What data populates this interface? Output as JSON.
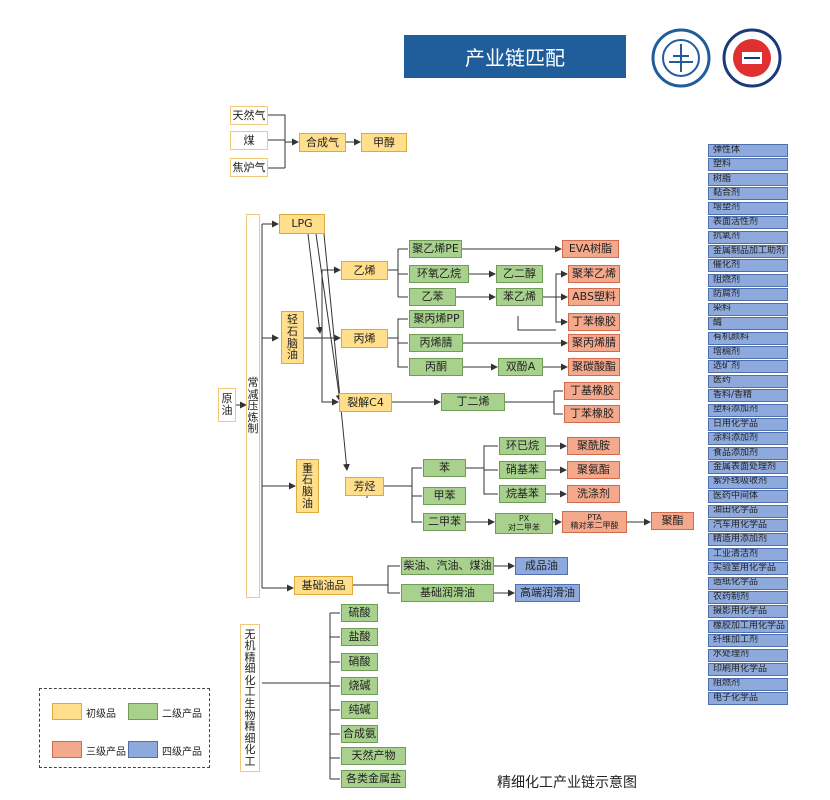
{
  "title": "产业链匹配",
  "caption": "精细化工产业链示意图",
  "colors": {
    "level1": "#ffde8c",
    "level2": "#a9d18e",
    "level3": "#f4a98d",
    "level4": "#8ea9db",
    "title_bg": "#1f5e9b"
  },
  "legend": {
    "level1": "初级品",
    "level2": "二级产品",
    "level3": "三级产品",
    "level4": "四级产品"
  },
  "feedstocks": [
    "天然气",
    "煤",
    "焦炉气"
  ],
  "syngas": "合成气",
  "methanol": "甲醇",
  "crude": "原油",
  "atm_distill": "常减压炼制",
  "lpg": "LPG",
  "light_naphtha": "轻石脑油",
  "heavy_naphtha": "重石脑油",
  "base_oil": "基础油品",
  "ethylene": "乙烯",
  "propylene": "丙烯",
  "crack_c4": "裂解C4",
  "aromatics": "芳烃",
  "pe": "聚乙烯PE",
  "eo": "环氧乙烷",
  "ethylbenzene": "乙苯",
  "eg": "乙二醇",
  "styrene": "苯乙烯",
  "pp": "聚丙烯PP",
  "acrylonitrile": "丙烯腈",
  "acetone": "丙酮",
  "bpa": "双酚A",
  "butadiene": "丁二烯",
  "eva": "EVA树脂",
  "ps": "聚苯乙烯",
  "abs": "ABS塑料",
  "sbr": "丁苯橡胶",
  "pan": "聚丙烯腈",
  "pc": "聚碳酸酯",
  "nbr": "丁基橡胶",
  "sbr2": "丁苯橡胶",
  "benzene": "苯",
  "toluene": "甲苯",
  "xylene": "二甲苯",
  "cyclohexane": "环已烷",
  "nitrobenzene": "硝基苯",
  "alkylbenzene": "烷基苯",
  "px": "PX\n对二甲苯",
  "pta": "PTA\n精对苯二甲酸",
  "pa": "聚酰胺",
  "pu": "聚氨酯",
  "detergent": "洗涤剂",
  "polyester": "聚酯",
  "fuels": "柴油、汽油、煤油",
  "base_lube": "基础润滑油",
  "refined_oil": "成品油",
  "hi_lube": "高端润滑油",
  "inorganic": "无机精细化工生物精细化工",
  "inorganic_items": [
    "硫酸",
    "盐酸",
    "硝酸",
    "烧碱",
    "纯碱",
    "合成氨",
    "天然产物",
    "各类金属盐"
  ],
  "end_products": [
    "弹性体",
    "塑料",
    "树脂",
    "黏合剂",
    "增塑剂",
    "表面活性剂",
    "抗氧剂",
    "金属制品加工助剂",
    "催化剂",
    "阻燃剂",
    "防腐剂",
    "染料",
    "酶",
    "有机颜料",
    "增稠剂",
    "选矿剂",
    "医药",
    "香料/香精",
    "塑料添加剂",
    "日用化学品",
    "涂料添加剂",
    "食品添加剂",
    "金属表面处理剂",
    "紫外线吸收剂",
    "医药中间体",
    "油田化学品",
    "汽车用化学品",
    "精造用添加剂",
    "工业清洁剂",
    "实验室用化学品",
    "造纸化学品",
    "农药制剂",
    "摄影用化学品",
    "橡胶加工用化学品",
    "纤维加工剂",
    "水处理剂",
    "印刷用化学品",
    "阻燃剂",
    "电子化学品"
  ]
}
